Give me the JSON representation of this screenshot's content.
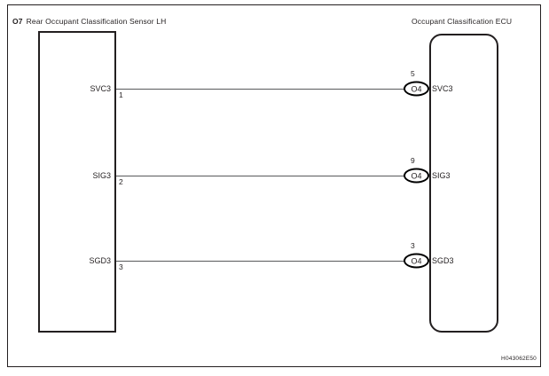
{
  "diagram": {
    "left_component": {
      "code": "O7",
      "name": "Rear Occupant Classification Sensor LH"
    },
    "right_component": {
      "name": "Occupant Classification ECU"
    },
    "connections": [
      {
        "left_signal": "SVC3",
        "left_pin": "1",
        "connector_code": "O4",
        "connector_pin": "5",
        "right_signal": "SVC3"
      },
      {
        "left_signal": "SIG3",
        "left_pin": "2",
        "connector_code": "O4",
        "connector_pin": "9",
        "right_signal": "SIG3"
      },
      {
        "left_signal": "SGD3",
        "left_pin": "3",
        "connector_code": "O4",
        "connector_pin": "3",
        "right_signal": "SGD3"
      }
    ],
    "figure_code": "H043062E50",
    "colors": {
      "line": "#231f20",
      "wire": "#58595b",
      "background": "#ffffff"
    }
  }
}
